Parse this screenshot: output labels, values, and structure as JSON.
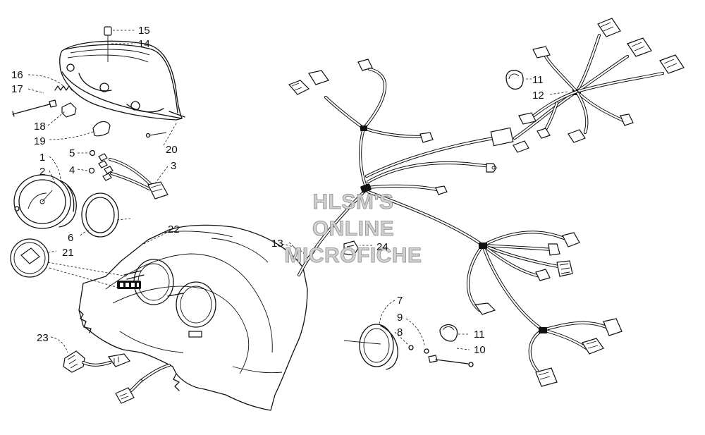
{
  "watermark": {
    "line1": "HLSM'S",
    "line2": "ONLINE",
    "line3": "MICROFICHE"
  },
  "callouts": [
    {
      "id": "c15",
      "text": "15"
    },
    {
      "id": "c14",
      "text": "14"
    },
    {
      "id": "c16",
      "text": "16"
    },
    {
      "id": "c17",
      "text": "17"
    },
    {
      "id": "c18",
      "text": "18"
    },
    {
      "id": "c19",
      "text": "19"
    },
    {
      "id": "c20",
      "text": "20"
    },
    {
      "id": "c1",
      "text": "1"
    },
    {
      "id": "c2",
      "text": "2"
    },
    {
      "id": "c5",
      "text": "5"
    },
    {
      "id": "c4",
      "text": "4"
    },
    {
      "id": "c3",
      "text": "3"
    },
    {
      "id": "c6",
      "text": "6"
    },
    {
      "id": "c21",
      "text": "21"
    },
    {
      "id": "c22",
      "text": "22"
    },
    {
      "id": "c13",
      "text": "13"
    },
    {
      "id": "c24",
      "text": "24"
    },
    {
      "id": "c23",
      "text": "23"
    },
    {
      "id": "c7",
      "text": "7"
    },
    {
      "id": "c9",
      "text": "9"
    },
    {
      "id": "c8",
      "text": "8"
    },
    {
      "id": "c11b",
      "text": "11"
    },
    {
      "id": "c10",
      "text": "10"
    },
    {
      "id": "c11a",
      "text": "11"
    },
    {
      "id": "c12",
      "text": "12"
    }
  ]
}
